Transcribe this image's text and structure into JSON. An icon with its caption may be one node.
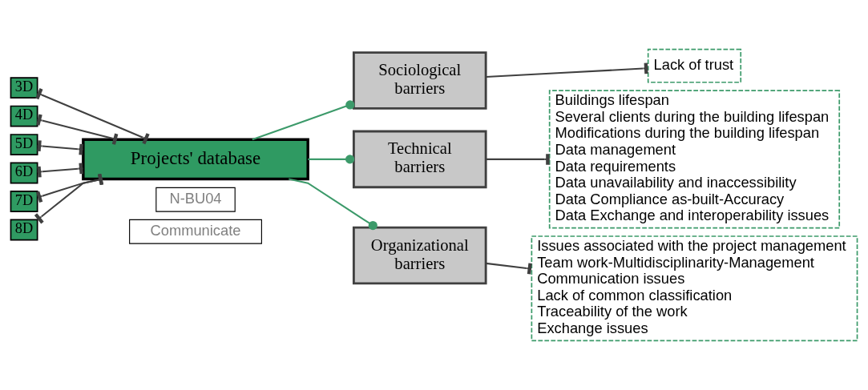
{
  "diagram": {
    "nodes": [
      {
        "text": [
          "3D"
        ]
      },
      {
        "text": [
          "4D"
        ]
      },
      {
        "text": [
          "5D"
        ]
      },
      {
        "text": [
          "6D"
        ]
      },
      {
        "text": [
          "7D"
        ]
      },
      {
        "text": [
          "8D"
        ]
      },
      {
        "text": [
          "Projects' database"
        ]
      },
      {
        "text": [
          "N-BU04"
        ]
      },
      {
        "text": [
          "Communicate"
        ]
      },
      {
        "text": [
          "Sociological barriers"
        ]
      },
      {
        "text": [
          "Technical barriers"
        ]
      },
      {
        "text": [
          "Organizational barriers"
        ]
      },
      {
        "text": [
          "Lack of trust"
        ]
      },
      {
        "text": [
          "Buildings lifespan",
          "Several clients during the building lifespan",
          "Modifications during the building lifespan",
          "Data management",
          "Data requirements",
          "Data unavailability and inaccessibility",
          "Data Compliance as-built-Accuracy",
          "Data Exchange and interoperability issues"
        ]
      },
      {
        "text": [
          "Issues associated with the project management",
          "Team work-Multidisciplinarity-Management",
          "Communication issues",
          "Lack of common classification",
          "Traceability of the work",
          "Exchange issues"
        ]
      }
    ],
    "edges": [
      {
        "from": 0,
        "to": 6,
        "arrow": "other"
      },
      {
        "from": 1,
        "to": 6,
        "arrow": "other"
      },
      {
        "from": 2,
        "to": 6,
        "arrow": "other"
      },
      {
        "from": 3,
        "to": 6,
        "arrow": "other"
      },
      {
        "from": 4,
        "to": 6,
        "arrow": "other"
      },
      {
        "from": 5,
        "to": 6,
        "arrow": "other"
      },
      {
        "from": 6,
        "to": 9,
        "arrow": "other",
        "color": "#3c9a6a"
      },
      {
        "from": 6,
        "to": 10,
        "arrow": "other",
        "color": "#3c9a6a"
      },
      {
        "from": 6,
        "to": 11,
        "arrow": "other",
        "color": "#3c9a6a"
      },
      {
        "from": 9,
        "to": 12,
        "arrow": "other"
      },
      {
        "from": 10,
        "to": 13,
        "arrow": "other"
      },
      {
        "from": 11,
        "to": 14,
        "arrow": "other"
      }
    ]
  }
}
